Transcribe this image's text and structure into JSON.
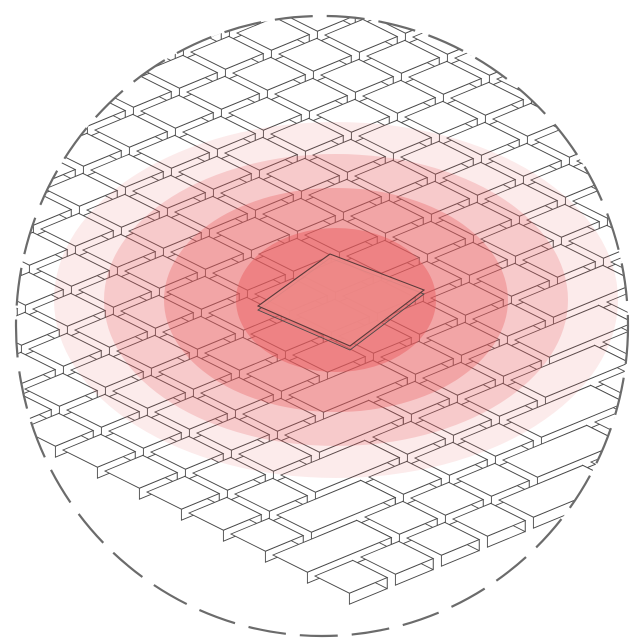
{
  "figure": {
    "kind": "magnified keyboard illustration with heat-map overlay",
    "icons": [
      "keyboard-keys-icon",
      "pressed-key-icon"
    ],
    "colors": {
      "key_stroke": "#4a4a4a",
      "key_fill": "#ffffff",
      "heat_color": "#e8585a",
      "pressed_key_fill": "#ee8a88",
      "lens_outline": "#6b6b6b"
    },
    "heat_levels": [
      0.12,
      0.22,
      0.32,
      0.45
    ],
    "pressed_key_opacity": 0.9
  }
}
